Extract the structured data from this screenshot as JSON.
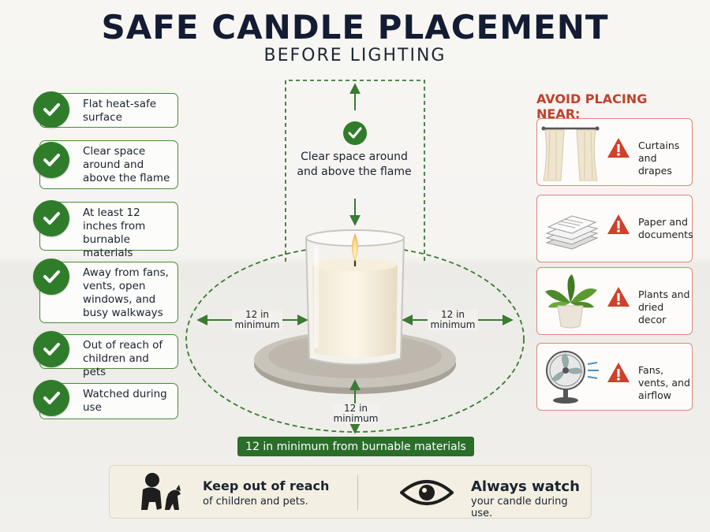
{
  "header": {
    "title": "SAFE CANDLE PLACEMENT",
    "subtitle": "BEFORE LIGHTING"
  },
  "checklist": [
    {
      "label": "Flat heat-safe surface"
    },
    {
      "label": "Clear space around and above the flame"
    },
    {
      "label": "At least 12 inches from burnable materials"
    },
    {
      "label": "Away from fans, vents, open windows, and busy walkways"
    },
    {
      "label": "Out of reach of children and pets"
    },
    {
      "label": "Watched during use"
    }
  ],
  "center": {
    "clear_space_label": "Clear space around and above the flame",
    "left_distance": "12 in minimum",
    "right_distance": "12 in minimum",
    "bottom_distance": "12 in minimum",
    "banner": "12 in minimum from burnable materials"
  },
  "avoid": {
    "title": "AVOID PLACING NEAR:",
    "items": [
      {
        "label": "Curtains and drapes",
        "icon": "curtains-icon"
      },
      {
        "label": "Paper and documents",
        "icon": "paper-stack-icon"
      },
      {
        "label": "Plants and dried decor",
        "icon": "plant-icon"
      },
      {
        "label": "Fans, vents, and airflow",
        "icon": "fan-icon"
      }
    ]
  },
  "bottom": {
    "left_heading": "Keep out of reach",
    "left_sub": "of children and pets.",
    "right_heading": "Always watch",
    "right_sub": "your candle during use."
  },
  "colors": {
    "green": "#2f7d2b",
    "dark_green": "#2a6e2a",
    "warning_red": "#c4402b",
    "title_navy": "#131c33"
  }
}
